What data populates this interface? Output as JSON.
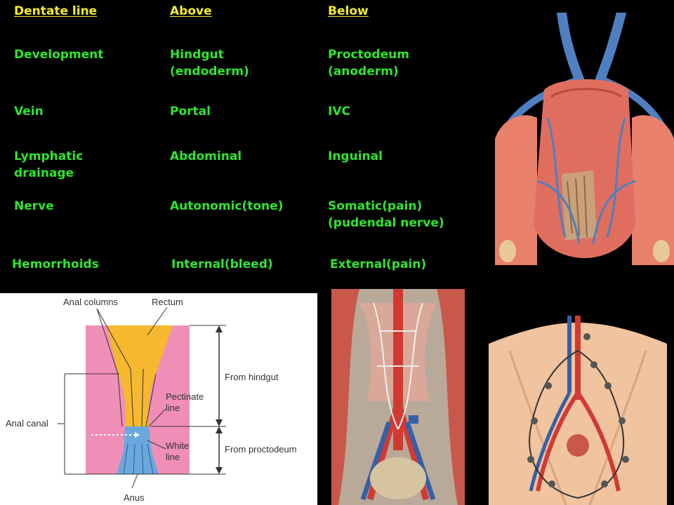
{
  "table": {
    "headers": [
      "Dentate line",
      "Above",
      "Below"
    ],
    "rows": [
      {
        "label": "Development",
        "above": "Hindgut\n(endoderm)",
        "below": "Proctodeum\n(anoderm)"
      },
      {
        "label": "Vein",
        "above": "Portal",
        "below": "IVC"
      },
      {
        "label": "Lymphatic\ndrainage",
        "above": "Abdominal",
        "below": "Inguinal"
      },
      {
        "label": "Nerve",
        "above": "Autonomic(tone)",
        "below": "Somatic(pain)\n(pudendal nerve)"
      },
      {
        "label": "Hemorrhoids",
        "above": "Internal(bleed)",
        "below": "External(pain)"
      }
    ]
  },
  "diagram": {
    "labels": {
      "anal_columns": "Anal columns",
      "rectum": "Rectum",
      "from_hindgut": "From hindgut",
      "pectinate_line": "Pectinate\nline",
      "anal_canal": "Anal canal",
      "white_line": "White\nline",
      "from_proctodeum": "From proctodeum",
      "anus": "Anus"
    }
  },
  "colors": {
    "text_green": "#2ee62e",
    "header_yellow": "#f2ec2e",
    "background": "#000000",
    "endoderm_yellow": "#f5b82e",
    "ectoderm_blue": "#6aa8dc",
    "wall_pink": "#ef8fb8"
  }
}
